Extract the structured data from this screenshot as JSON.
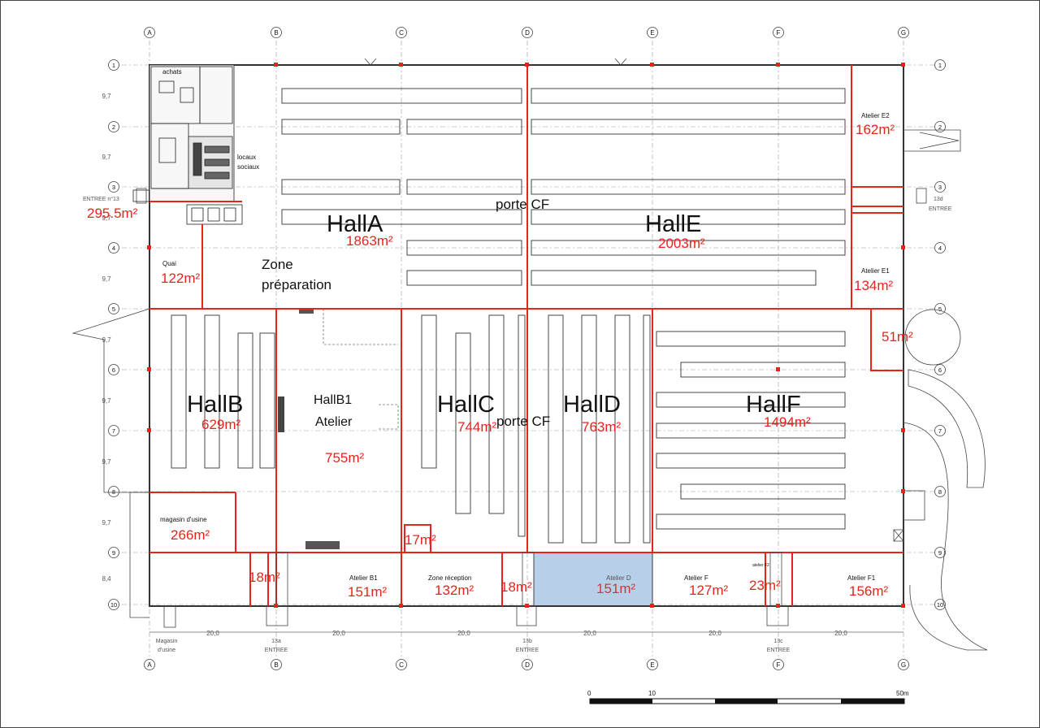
{
  "grid": {
    "columns": [
      "A",
      "B",
      "C",
      "D",
      "E",
      "F",
      "G"
    ],
    "rows": [
      "1",
      "2",
      "3",
      "4",
      "5",
      "6",
      "7",
      "8",
      "9",
      "10"
    ],
    "row_spacings": [
      "9,7",
      "9,7",
      "9,7",
      "9,7",
      "9,7",
      "9,7",
      "9,7",
      "9,7",
      "8,4"
    ],
    "col_spacings": [
      "20,0",
      "20,0",
      "20,0",
      "20,0",
      "20,0",
      "20,0"
    ]
  },
  "halls": {
    "hallA": {
      "name": "HallA",
      "area": "1863m²"
    },
    "hallE": {
      "name": "HallE",
      "area": "2003m²"
    },
    "hallB": {
      "name": "HallB",
      "area": "629m²"
    },
    "hallB1": {
      "name": "HallB1",
      "sub": "Atelier",
      "area": "755m²"
    },
    "hallC": {
      "name": "HallC",
      "area": "744m²"
    },
    "hallD": {
      "name": "HallD",
      "area": "763m²"
    },
    "hallF": {
      "name": "HallF",
      "area": "1494m²"
    }
  },
  "rooms": {
    "achats": "achats",
    "locaux1": "locaux",
    "locaux2": "sociaux",
    "entree13": "ENTREE n°13",
    "area_295": "295.5m²",
    "quai": "Quai",
    "area_122": "122m²",
    "zone1": "Zone",
    "zone2": "préparation",
    "porte_cf_top": "porte CF",
    "porte_cf_mid": "porte CF",
    "atelierE2": "Atelier E2",
    "area_162": "162m²",
    "entree13d_1": "13d",
    "entree13d_2": "ENTREE",
    "atelierE1": "Atelier E1",
    "area_134": "134m²",
    "area_51": "51m²",
    "magasin_label": "magasin d'usine",
    "area_266": "266m²",
    "area_17": "17m²",
    "area_18a": "18m²",
    "atelierB1": "Atelier B1",
    "area_151a": "151m²",
    "zone_reception": "Zone réception",
    "area_132": "132m²",
    "area_18b": "18m²",
    "atelierD": "Atelier D",
    "area_151b": "151m²",
    "atelierF": "Atelier F",
    "area_127": "127m²",
    "atelierF2": "atelier F2",
    "area_23": "23m²",
    "atelierF1": "Atelier F1",
    "area_156": "156m²"
  },
  "bottom_labels": {
    "magasin1": "Magasin",
    "magasin2": "d'usine",
    "e13a_1": "13a",
    "e13a_2": "ENTREE",
    "e13b_1": "13b",
    "e13b_2": "ENTREE",
    "e13c_1": "13c",
    "e13c_2": "ENTREE"
  },
  "scale": {
    "start": "0",
    "mid": "10",
    "end": "50m"
  },
  "colors": {
    "wall_red": "#e8231c",
    "highlight_blue": "#b7cfe9",
    "line_gray": "#555555"
  }
}
